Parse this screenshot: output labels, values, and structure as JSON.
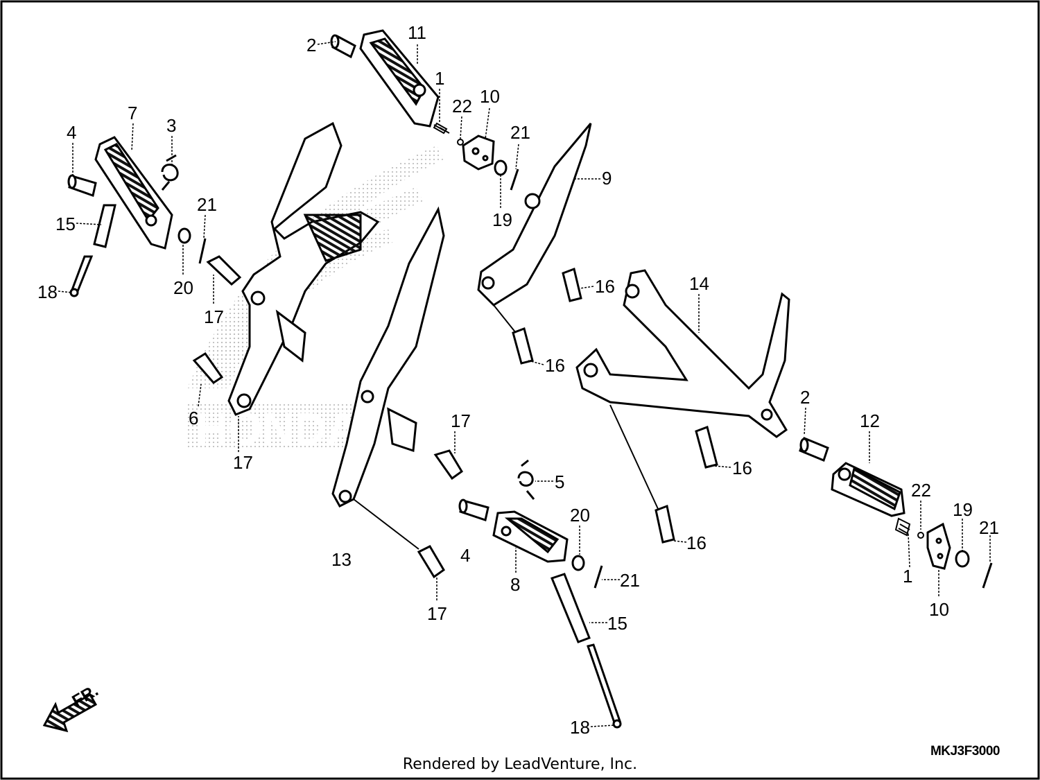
{
  "callouts": [
    {
      "id": "c-2a",
      "text": "2"
    },
    {
      "id": "c-11",
      "text": "11"
    },
    {
      "id": "c-1a",
      "text": "1"
    },
    {
      "id": "c-22a",
      "text": "22"
    },
    {
      "id": "c-10a",
      "text": "10"
    },
    {
      "id": "c-21a",
      "text": "21"
    },
    {
      "id": "c-9",
      "text": "9"
    },
    {
      "id": "c-19a",
      "text": "19"
    },
    {
      "id": "c-7",
      "text": "7"
    },
    {
      "id": "c-3",
      "text": "3"
    },
    {
      "id": "c-4a",
      "text": "4"
    },
    {
      "id": "c-15a",
      "text": "15"
    },
    {
      "id": "c-21b",
      "text": "21"
    },
    {
      "id": "c-20a",
      "text": "20"
    },
    {
      "id": "c-18a",
      "text": "18"
    },
    {
      "id": "c-17a",
      "text": "17"
    },
    {
      "id": "c-16a",
      "text": "16"
    },
    {
      "id": "c-14",
      "text": "14"
    },
    {
      "id": "c-16b",
      "text": "16"
    },
    {
      "id": "c-17b",
      "text": "17"
    },
    {
      "id": "c-6",
      "text": "6"
    },
    {
      "id": "c-17c",
      "text": "17"
    },
    {
      "id": "c-2b",
      "text": "2"
    },
    {
      "id": "c-12",
      "text": "12"
    },
    {
      "id": "c-16c",
      "text": "16"
    },
    {
      "id": "c-5",
      "text": "5"
    },
    {
      "id": "c-22b",
      "text": "22"
    },
    {
      "id": "c-20b",
      "text": "20"
    },
    {
      "id": "c-19b",
      "text": "19"
    },
    {
      "id": "c-21c",
      "text": "21"
    },
    {
      "id": "c-13",
      "text": "13"
    },
    {
      "id": "c-4b",
      "text": "4"
    },
    {
      "id": "c-16d",
      "text": "16"
    },
    {
      "id": "c-1b",
      "text": "1"
    },
    {
      "id": "c-8",
      "text": "8"
    },
    {
      "id": "c-21d",
      "text": "21"
    },
    {
      "id": "c-10b",
      "text": "10"
    },
    {
      "id": "c-17d",
      "text": "17"
    },
    {
      "id": "c-15b",
      "text": "15"
    },
    {
      "id": "c-18b",
      "text": "18"
    }
  ],
  "direction_label": "FR.",
  "watermark": "HONDA",
  "diagram_code": "MKJ3F3000",
  "footer": "Rendered by LeadVenture, Inc."
}
